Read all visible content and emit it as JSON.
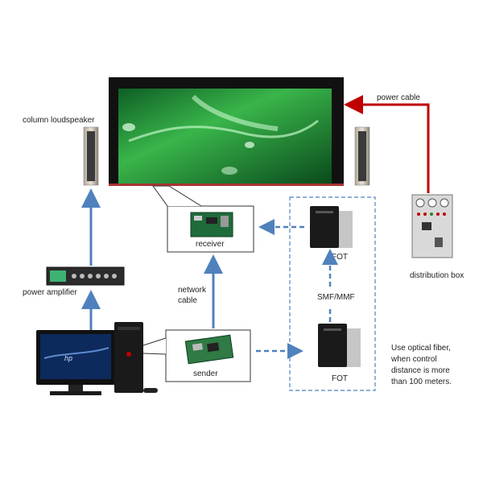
{
  "labels": {
    "column_loudspeaker": "column loudspeaker",
    "power_cable": "power cable",
    "receiver": "receiver",
    "fot_top": "FOT",
    "fot_bottom": "FOT",
    "smf_mmf": "SMF/MMF",
    "distribution_box": "distribution box",
    "power_amplifier": "power amplifier",
    "network_cable_line1": "network",
    "network_cable_line2": "cable",
    "sender": "sender",
    "note_line1": "Use optical fiber,",
    "note_line2": "when control",
    "note_line3": "distance is more",
    "note_line4": "than 100 meters."
  },
  "colors": {
    "arrow_blue": "#4f81bd",
    "power_red": "#c00000",
    "screen_green": "#1f8a3a",
    "dashed_box": "#4f81bd"
  },
  "icons": {
    "led_screen": "led-screen-icon",
    "speaker": "speaker-icon",
    "receiver_card": "receiver-card-icon",
    "sender_card": "sender-card-icon",
    "fot": "fot-device-icon",
    "distribution_box": "distribution-box-icon",
    "power_amplifier": "power-amplifier-icon",
    "computer": "computer-icon"
  }
}
